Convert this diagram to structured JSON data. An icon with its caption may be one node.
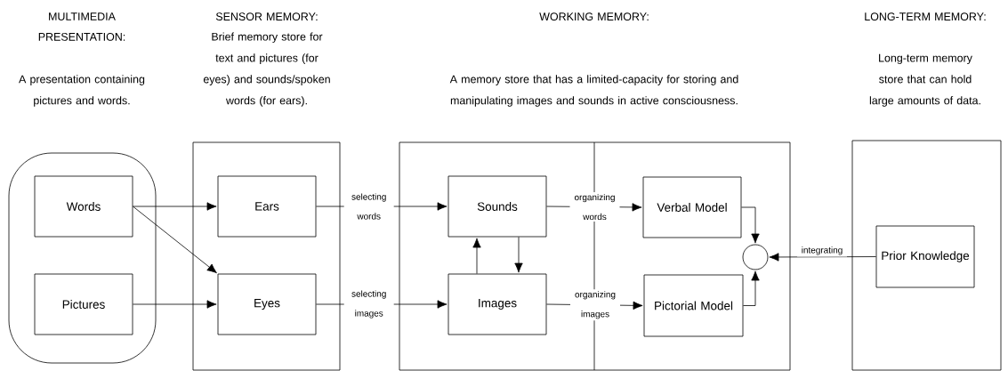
{
  "diagram": {
    "nodes": [
      {
        "text": [],
        "shape": "capsule"
      },
      {
        "text": [
          "Words"
        ],
        "in": 0
      },
      {
        "text": [
          "Pictures"
        ],
        "in": 0
      },
      {
        "text": [],
        "shape": "box"
      },
      {
        "text": [
          "Ears"
        ],
        "in": 3
      },
      {
        "text": [
          "Eyes"
        ],
        "in": 3
      },
      {
        "text": [],
        "shape": "box"
      },
      {
        "text": [
          "Sounds"
        ],
        "in": 6
      },
      {
        "text": [
          "Images"
        ],
        "in": 6
      },
      {
        "text": [
          "Verbal Model"
        ],
        "in": 6
      },
      {
        "text": [
          "Pictorial Model"
        ],
        "in": 6
      },
      {
        "text": [],
        "shape": "circle",
        "in": 6
      },
      {
        "text": [],
        "shape": "box"
      },
      {
        "text": [
          "Prior Knowledge"
        ],
        "in": 12
      }
    ],
    "edges": [
      {
        "from": 1,
        "to": 4,
        "arrow": "to"
      },
      {
        "from": 1,
        "to": 5,
        "arrow": "to"
      },
      {
        "from": 2,
        "to": 5,
        "arrow": "to"
      },
      {
        "from": 4,
        "to": 7,
        "arrow": "to",
        "label": "selecting words"
      },
      {
        "from": 5,
        "to": 8,
        "arrow": "to",
        "label": "selecting images"
      },
      {
        "from": 7,
        "to": 8,
        "arrow": "to"
      },
      {
        "from": 8,
        "to": 7,
        "arrow": "to"
      },
      {
        "from": 7,
        "to": 9,
        "arrow": "to",
        "label": "organizing words"
      },
      {
        "from": 8,
        "to": 10,
        "arrow": "to",
        "label": "organizing images"
      },
      {
        "from": 9,
        "to": 11,
        "arrow": "to"
      },
      {
        "from": 10,
        "to": 11,
        "arrow": "to"
      },
      {
        "from": 13,
        "to": 11,
        "arrow": "to",
        "label": "integrating"
      }
    ],
    "labels": [
      "MULTIMEDIA PRESENTATION:",
      "SENSOR MEMORY:",
      "WORKING MEMORY:",
      "LONG-TERM MEMORY:",
      "A presentation containing pictures and words.",
      "Brief memory store for text and pictures (for eyes) and sounds/spoken words (for ears).",
      "A memory store that has a limited-capacity for storing and manipulating images and sounds in active consciousness.",
      "Long-term memory store that can hold large amounts of data."
    ]
  }
}
